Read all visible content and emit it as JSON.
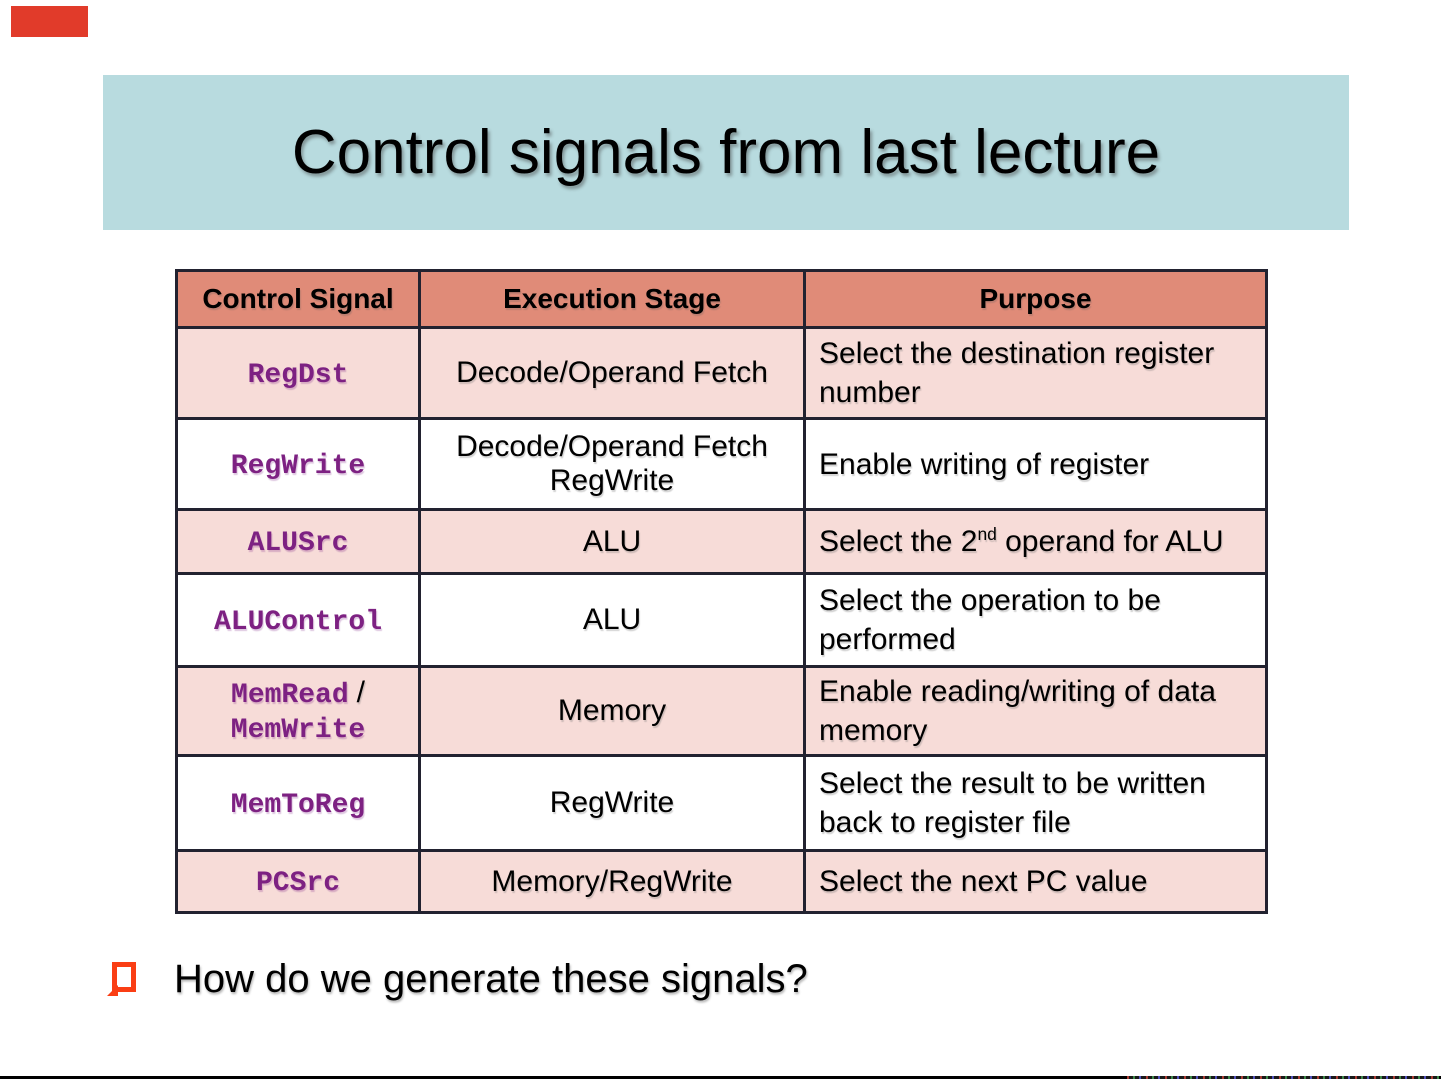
{
  "slide": {
    "title": "Control signals from last lecture",
    "question": "How do we generate these signals?"
  },
  "table": {
    "headers": [
      "Control Signal",
      "Execution Stage",
      "Purpose"
    ],
    "rows": [
      {
        "signal": "RegDst",
        "stage": "Decode/Operand Fetch",
        "purpose": "Select the destination register number"
      },
      {
        "signal": "RegWrite",
        "stage": "Decode/Operand Fetch",
        "stage2": "RegWrite",
        "purpose": "Enable writing of register"
      },
      {
        "signal": "ALUSrc",
        "stage": "ALU",
        "purpose_pre": "Select the 2",
        "purpose_sup": "nd",
        "purpose_post": " operand for ALU"
      },
      {
        "signal": "ALUControl",
        "stage": "ALU",
        "purpose": "Select the operation to be performed"
      },
      {
        "signal": "MemRead",
        "signal_sep": "/",
        "signal2": "MemWrite",
        "stage": "Memory",
        "purpose": "Enable reading/writing of data memory"
      },
      {
        "signal": "MemToReg",
        "stage": "RegWrite",
        "purpose": "Select the result to be written back to register file"
      },
      {
        "signal": "PCSrc",
        "stage": "Memory/RegWrite",
        "purpose": "Select the next PC value"
      }
    ]
  },
  "colors": {
    "title_band_teal": "#b8dbdf",
    "table_header_salmon": "#e08b78",
    "row_pink": "#f7dcd8",
    "signal_purple": "#7d2182",
    "bullet_orange": "#fa3e14",
    "corner_marker_red": "#e13b2a",
    "table_border": "#222230"
  }
}
